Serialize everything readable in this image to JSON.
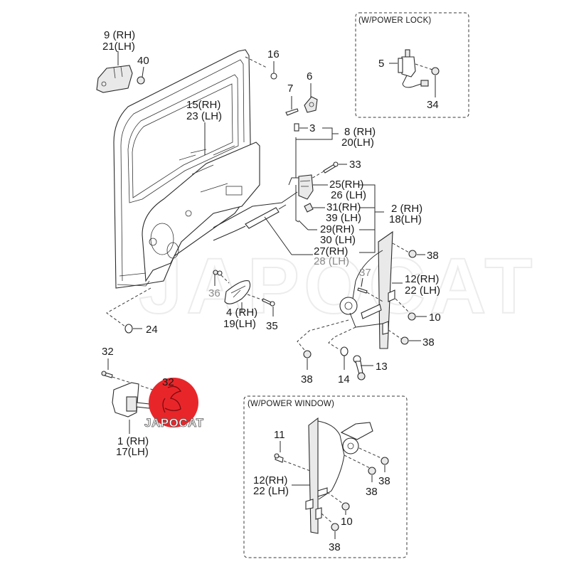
{
  "diagram": {
    "title": "Front Door Assembly — Exploded Parts View",
    "watermark_text": "JAPOCAT",
    "logo": {
      "text": "JAPOCAT",
      "circle_color": "#e8262a",
      "text_color": "#ffffff"
    },
    "boxes": {
      "power_lock": {
        "title": "(W/POWER  LOCK)"
      },
      "power_window": {
        "title": "(W/POWER WINDOW)"
      }
    },
    "callouts": {
      "c9": "9 (RH)",
      "c21": "21(LH)",
      "c40": "40",
      "c16": "16",
      "c6": "6",
      "c7": "7",
      "c3": "3",
      "c8": "8 (RH)",
      "c20": "20(LH)",
      "c15": "15(RH)",
      "c23": "23 (LH)",
      "c33": "33",
      "c25": "25(RH)",
      "c26": "26 (LH)",
      "c31": "31(RH)",
      "c39": "39 (LH)",
      "c2": "2 (RH)",
      "c18": "18(LH)",
      "c29": "29(RH)",
      "c30": "30 (LH)",
      "c27": "27(RH)",
      "c28": "28 (LH)",
      "c38a": "38",
      "c37": "37",
      "c12": "12(RH)",
      "c22": "22 (LH)",
      "c10": "10",
      "c38b": "38",
      "c36": "36",
      "c4": "4 (RH)",
      "c19": "19(LH)",
      "c35": "35",
      "c24": "24",
      "c38c": "38",
      "c14": "14",
      "c13": "13",
      "c32a": "32",
      "c32b": "32",
      "c1": "1 (RH)",
      "c17": "17(LH)",
      "c5": "5",
      "c34": "34",
      "pw11": "11",
      "pw12": "12(RH)",
      "pw22": "22 (LH)",
      "pw38a": "38",
      "pw38b": "38",
      "pw10": "10",
      "pw38c": "38"
    }
  }
}
